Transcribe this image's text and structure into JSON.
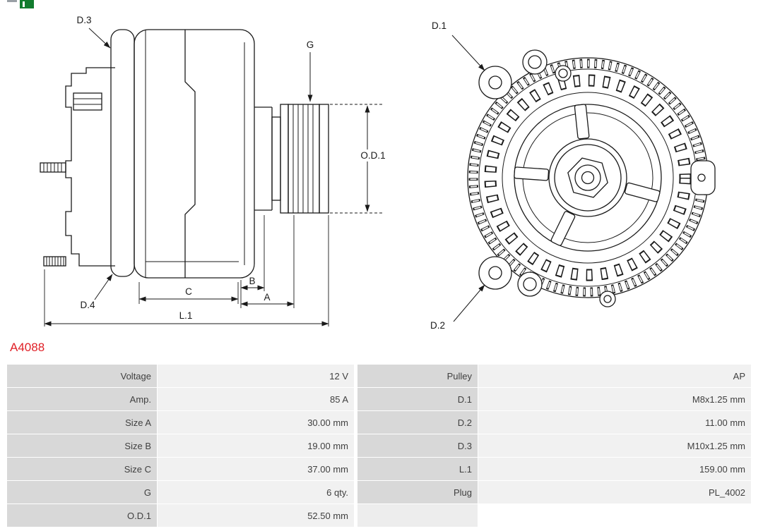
{
  "logo": {
    "green_fragment_icon": "as-green-logo-fragment",
    "gray_fragment_icon": "logo-gray-fragment"
  },
  "part_number": "A4088",
  "diagram": {
    "side_view": {
      "labels": {
        "d3": "D.3",
        "g": "G",
        "od1": "O.D.1",
        "d4": "D.4",
        "c": "C",
        "b": "B",
        "a": "A",
        "l1": "L.1"
      }
    },
    "front_view": {
      "labels": {
        "d1": "D.1",
        "d2": "D.2"
      }
    }
  },
  "spec_table": {
    "rows": [
      {
        "label_left": "Voltage",
        "value_left": "12 V",
        "label_right": "Pulley",
        "value_right": "AP"
      },
      {
        "label_left": "Amp.",
        "value_left": "85 A",
        "label_right": "D.1",
        "value_right": "M8x1.25 mm"
      },
      {
        "label_left": "Size A",
        "value_left": "30.00 mm",
        "label_right": "D.2",
        "value_right": "11.00 mm"
      },
      {
        "label_left": "Size B",
        "value_left": "19.00 mm",
        "label_right": "D.3",
        "value_right": "M10x1.25 mm"
      },
      {
        "label_left": "Size C",
        "value_left": "37.00 mm",
        "label_right": "L.1",
        "value_right": "159.00 mm"
      },
      {
        "label_left": "G",
        "value_left": "6 qty.",
        "label_right": "Plug",
        "value_right": "PL_4002"
      },
      {
        "label_left": "O.D.1",
        "value_left": "52.50 mm",
        "label_right": "",
        "value_right": ""
      }
    ]
  },
  "colors": {
    "label_cell": "#d8d8d8",
    "value_cell": "#f1f1f1",
    "part_number": "#e01f26",
    "line": "#1a1a1a",
    "logo_green": "#127c2e"
  }
}
